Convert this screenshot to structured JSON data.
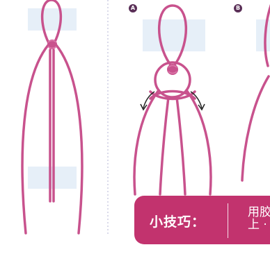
{
  "steps": [
    {
      "badge": "A"
    },
    {
      "badge": "B"
    }
  ],
  "tip": {
    "label": "小技巧：",
    "text_line_1": "用胶",
    "text_line_2": "上 ·"
  },
  "colors": {
    "cord": "#c8528d",
    "cord_light": "#dc7aab",
    "tape": "#e6eff8",
    "divider": "#b6b6d4",
    "arrow": "#222222",
    "banner": "#c2336e",
    "badge": "#5a2f57"
  }
}
